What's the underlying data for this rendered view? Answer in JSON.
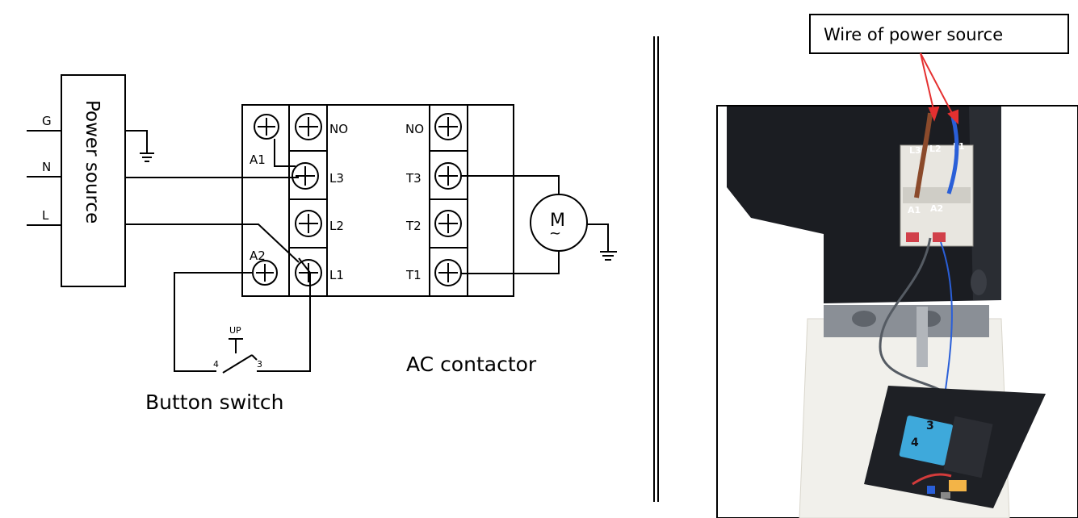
{
  "power_source": {
    "box_label": "Power source",
    "terminals": [
      "G",
      "N",
      "L"
    ]
  },
  "contactor": {
    "caption": "AC contactor",
    "left_labels": [
      "NO",
      "L3",
      "L2",
      "L1"
    ],
    "right_labels": [
      "NO",
      "T3",
      "T2",
      "T1"
    ],
    "coil_labels": [
      "A1",
      "A2"
    ]
  },
  "motor": {
    "label": "M",
    "symbol": "~"
  },
  "button_switch": {
    "caption": "Button switch",
    "label": "UP",
    "pins": [
      "4",
      "3"
    ]
  },
  "photo": {
    "callout": "Wire of power source",
    "terminal_labels": [
      "L3",
      "L2",
      "L1",
      "A1",
      "A2"
    ],
    "switch_labels": [
      "4",
      "3"
    ],
    "colors": {
      "callout_arrow": "#e53030",
      "brown_wire": "#8b4a2b",
      "blue_wire": "#2a5fd8",
      "housing": "#1b1d22",
      "tank": "#f1f0eb"
    }
  }
}
